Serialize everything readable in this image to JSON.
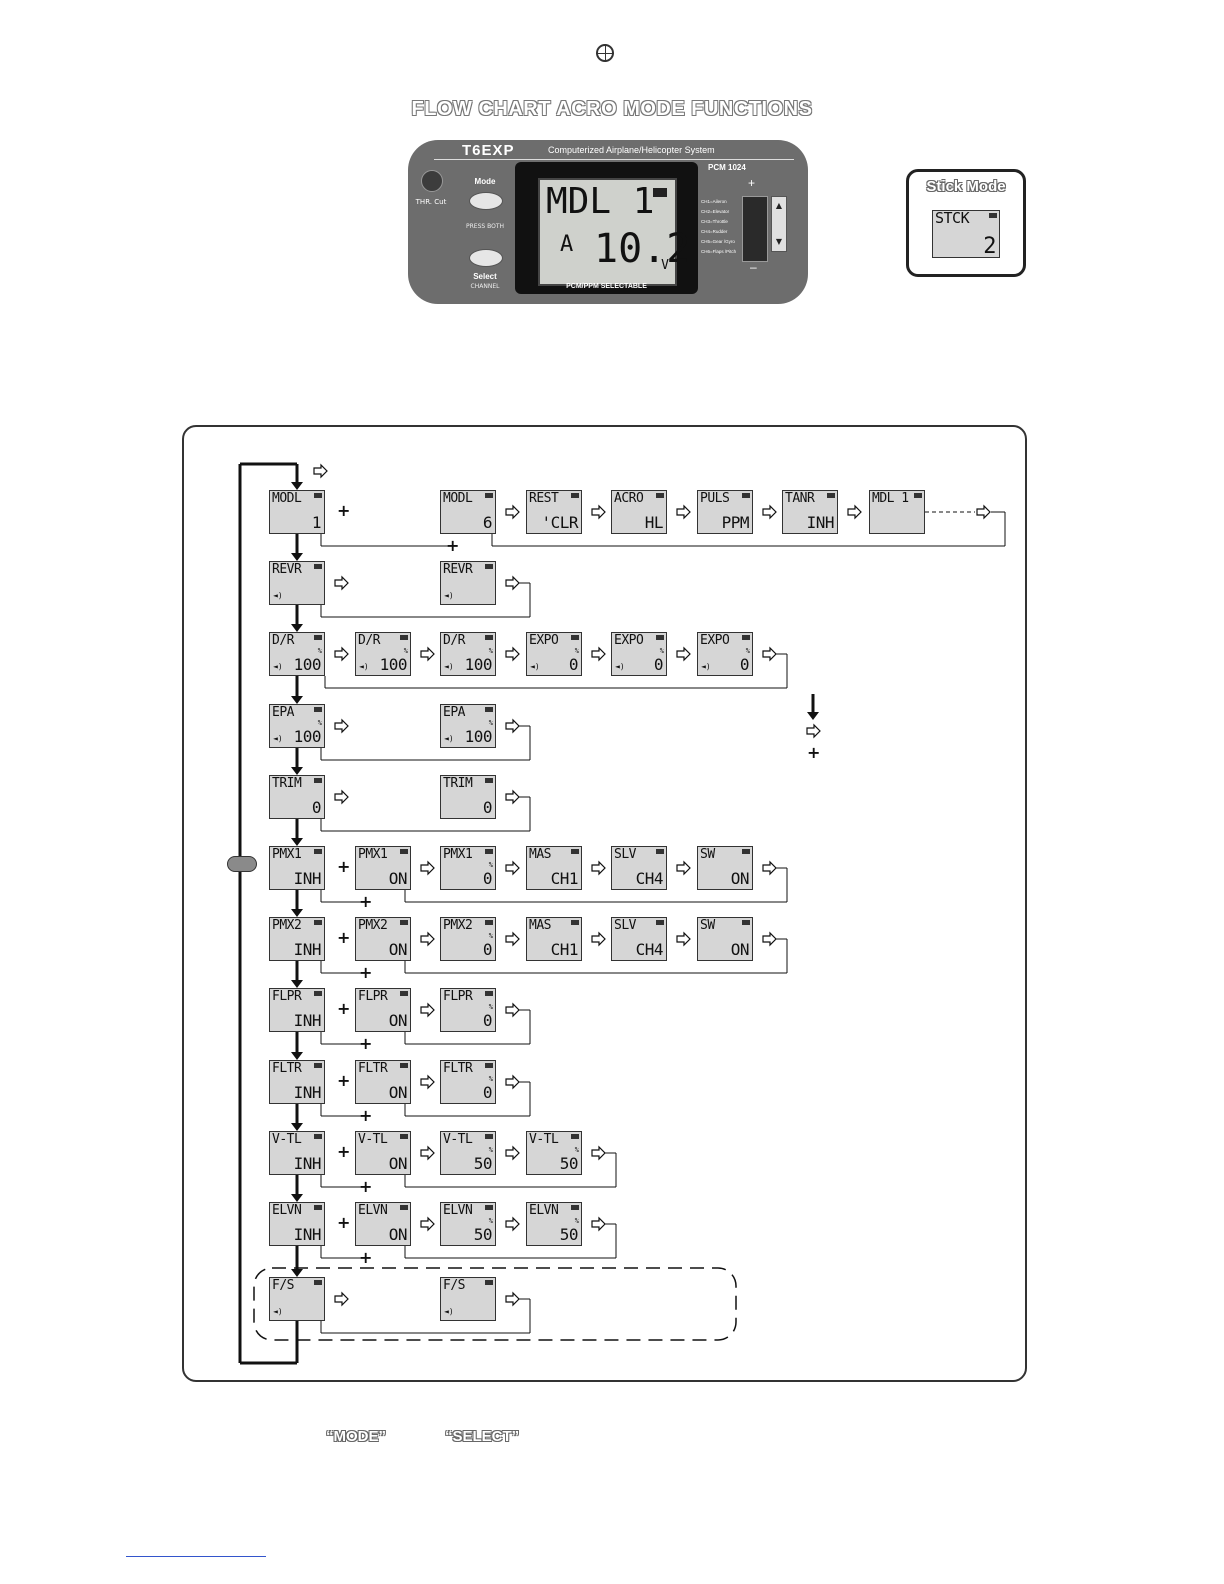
{
  "page": {
    "title": "FLOW CHART ACRO MODE FUNCTIONS",
    "mode_word": "“MODE”",
    "select_word": "“SELECT”"
  },
  "transmitter": {
    "model": "T6EXP",
    "subtitle": "Computerized Airplane/Helicopter System",
    "pcm_badge": "PCM 1024",
    "thr_cut": "THR. Cut",
    "mode_label": "Mode",
    "press_both": "PRESS BOTH",
    "select_label": "Select",
    "channel_label": "CHANNEL",
    "lcd_line1": "MDL 1",
    "lcd_line2_left": "A",
    "lcd_line2_value": "10.2",
    "lcd_unit": "V",
    "pcm_ppm": "PCM/PPM SELECTABLE",
    "channels": [
      "CH1=Aileron",
      "CH2=Elevator",
      "CH3=Throttle",
      "CH4=Rudder",
      "CH5=Gear /Gyro",
      "CH6=Flaps /Pitch"
    ],
    "plus": "+",
    "minus": "–"
  },
  "stick_mode": {
    "title": "Stick Mode",
    "lcd_top": "STCK",
    "lcd_value": "2"
  },
  "rows": [
    {
      "screens": [
        {
          "t": "MODL",
          "v": "1"
        },
        {
          "t": "MODL",
          "v": "6"
        },
        {
          "t": "REST",
          "v": "'CLR"
        },
        {
          "t": "ACRO",
          "v": "HL"
        },
        {
          "t": "PULS",
          "v": "PPM"
        },
        {
          "t": "TANR",
          "v": "INH"
        },
        {
          "t": "MDL 1",
          "v": ""
        }
      ]
    },
    {
      "screens": [
        {
          "t": "REVR",
          "v": ""
        },
        {
          "t": "REVR",
          "v": ""
        }
      ]
    },
    {
      "screens": [
        {
          "t": "D/R",
          "v": "100"
        },
        {
          "t": "D/R",
          "v": "100"
        },
        {
          "t": "D/R",
          "v": "100"
        },
        {
          "t": "EXPO",
          "v": "0"
        },
        {
          "t": "EXPO",
          "v": "0"
        },
        {
          "t": "EXPO",
          "v": "0"
        }
      ]
    },
    {
      "screens": [
        {
          "t": "EPA",
          "v": "100"
        },
        {
          "t": "EPA",
          "v": "100"
        }
      ]
    },
    {
      "screens": [
        {
          "t": "TRIM",
          "v": "0"
        },
        {
          "t": "TRIM",
          "v": "0"
        }
      ]
    },
    {
      "screens": [
        {
          "t": "PMX1",
          "v": "INH"
        },
        {
          "t": "PMX1",
          "v": "ON"
        },
        {
          "t": "PMX1",
          "v": "0"
        },
        {
          "t": "MAS",
          "v": "CH1"
        },
        {
          "t": "SLV",
          "v": "CH4"
        },
        {
          "t": "SW",
          "v": "ON"
        }
      ]
    },
    {
      "screens": [
        {
          "t": "PMX2",
          "v": "INH"
        },
        {
          "t": "PMX2",
          "v": "ON"
        },
        {
          "t": "PMX2",
          "v": "0"
        },
        {
          "t": "MAS",
          "v": "CH1"
        },
        {
          "t": "SLV",
          "v": "CH4"
        },
        {
          "t": "SW",
          "v": "ON"
        }
      ]
    },
    {
      "screens": [
        {
          "t": "FLPR",
          "v": "INH"
        },
        {
          "t": "FLPR",
          "v": "ON"
        },
        {
          "t": "FLPR",
          "v": "0"
        }
      ]
    },
    {
      "screens": [
        {
          "t": "FLTR",
          "v": "INH"
        },
        {
          "t": "FLTR",
          "v": "ON"
        },
        {
          "t": "FLTR",
          "v": "0"
        }
      ]
    },
    {
      "screens": [
        {
          "t": "V-TL",
          "v": "INH"
        },
        {
          "t": "V-TL",
          "v": "ON"
        },
        {
          "t": "V-TL",
          "v": "50"
        },
        {
          "t": "V-TL",
          "v": "50"
        }
      ]
    },
    {
      "screens": [
        {
          "t": "ELVN",
          "v": "INH"
        },
        {
          "t": "ELVN",
          "v": "ON"
        },
        {
          "t": "ELVN",
          "v": "50"
        },
        {
          "t": "ELVN",
          "v": "50"
        }
      ]
    },
    {
      "screens": [
        {
          "t": "F/S",
          "v": ""
        },
        {
          "t": "F/S",
          "v": ""
        }
      ]
    }
  ],
  "legend": {
    "plus": "+"
  }
}
